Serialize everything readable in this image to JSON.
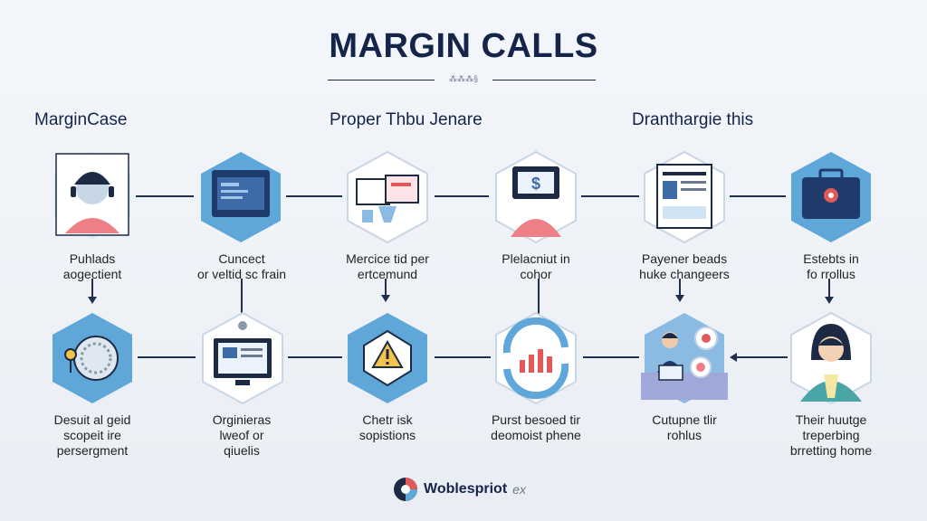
{
  "title": "MARGIN CALLS",
  "subtitle_mark": "⁂⁂⁂§",
  "sections": [
    "MarginCase",
    "Proper Thbu Jenare",
    "Dranthargie this"
  ],
  "row1": [
    {
      "caption": [
        "Puhlads",
        "aogectient"
      ]
    },
    {
      "caption": [
        "Cuncect",
        "or veltid sc frain"
      ]
    },
    {
      "caption": [
        "Mercice tid per",
        "ertcemund"
      ]
    },
    {
      "caption": [
        "Plelacniut in",
        "cohor"
      ]
    },
    {
      "caption": [
        "Payener beads",
        "huke changeers"
      ]
    },
    {
      "caption": [
        "Estebts in",
        "fo rrollus"
      ]
    }
  ],
  "row2": [
    {
      "caption": [
        "Desuit al geid",
        "scopeit ire",
        "persergment"
      ]
    },
    {
      "caption": [
        "Orginieras",
        "lweof or",
        "qiuelis"
      ]
    },
    {
      "caption": [
        "Chetr isk",
        "sopistions"
      ]
    },
    {
      "caption": [
        "Purst besoed tir",
        "deomoist phene"
      ]
    },
    {
      "caption": [
        "Cutupne tlir",
        "rohlus"
      ]
    },
    {
      "caption": [
        "Their huutge",
        "treperbing",
        "brretting home"
      ]
    }
  ],
  "footer": {
    "brand": "Woblespriot",
    "suffix": "ex"
  },
  "colors": {
    "accent": "#5fa6d9",
    "navy": "#14244a",
    "alert": "#e05a5a"
  }
}
